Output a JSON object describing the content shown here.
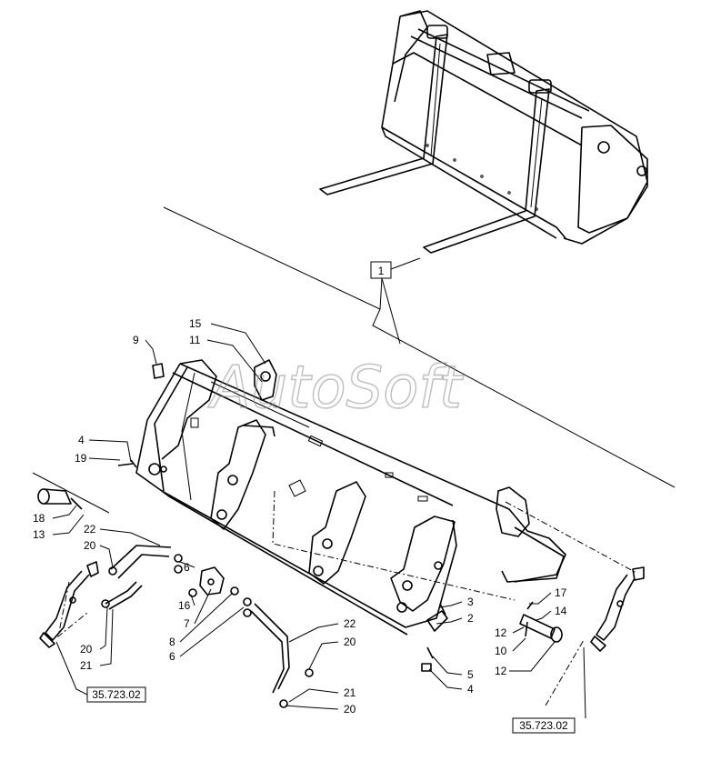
{
  "watermark": "AutoSoft",
  "callout_box": "1",
  "ref_left": "35.723.02",
  "ref_right": "35.723.02",
  "labels": {
    "l15": "15",
    "l11": "11",
    "l9": "9",
    "l4a": "4",
    "l19": "19",
    "l18": "18",
    "l13": "13",
    "l22a": "22",
    "l20a": "20",
    "l6a": "6",
    "l16": "16",
    "l7": "7",
    "l8": "8",
    "l6b": "6",
    "l20b": "20",
    "l21a": "21",
    "l22b": "22",
    "l20c": "20",
    "l21b": "21",
    "l20d": "20",
    "l3": "3",
    "l2": "2",
    "l5": "5",
    "l4b": "4",
    "l17": "17",
    "l14": "14",
    "l12a": "12",
    "l10": "10",
    "l12b": "12"
  }
}
